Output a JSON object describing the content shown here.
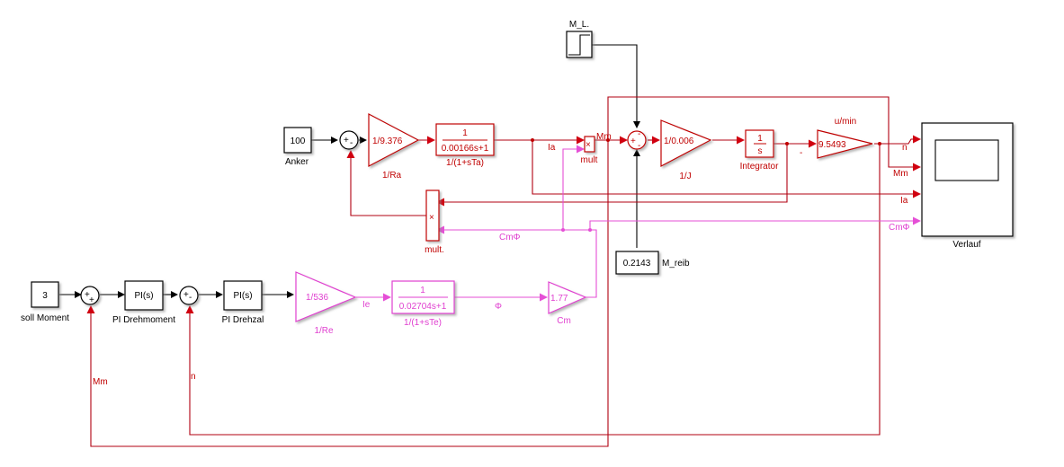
{
  "colors": {
    "armature": "#c00000",
    "field": "#e040d0",
    "control": "#000000"
  },
  "blocks": {
    "anker": {
      "value": "100",
      "label": "Anker"
    },
    "gain_ra": {
      "value": "1/9.376",
      "label": "1/Ra"
    },
    "tf_ta": {
      "num": "1",
      "den": "0.00166s+1",
      "label": "1/(1+sTa)"
    },
    "mult_top": {
      "label": "mult"
    },
    "ml": {
      "label": "M_L."
    },
    "gain_j": {
      "value": "1/0.006",
      "label": "1/J"
    },
    "integrator": {
      "num": "1",
      "den": "s",
      "label": "Integrator"
    },
    "gain_umin": {
      "value": "9.5493",
      "label": "u/min"
    },
    "scope": {
      "label": "Verlauf"
    },
    "mult_bottom": {
      "label": "mult."
    },
    "mreib": {
      "value": "0.2143",
      "label": "M_reib"
    },
    "soll": {
      "value": "3",
      "label": "soll Moment"
    },
    "pi_moment": {
      "value": "PI(s)",
      "label": "PI Drehmoment"
    },
    "pi_speed": {
      "value": "PI(s)",
      "label": "PI Drehzal"
    },
    "gain_re": {
      "value": "1/536",
      "label": "1/Re"
    },
    "tf_te": {
      "num": "1",
      "den": "0.02704s+1",
      "label": "1/(1+sTe)"
    },
    "gain_cm": {
      "value": "1.77",
      "label": "Cm"
    }
  },
  "signals": {
    "ia": "Ia",
    "mm": "Mm",
    "n": "n",
    "ie": "Ie",
    "phi": "Φ",
    "cmphi": "CmΦ",
    "scope_n": "n",
    "scope_mm": "Mm",
    "scope_ia": "Ia",
    "scope_cmphi": "CmΦ",
    "fb_mm": "Mm",
    "fb_n": "n",
    "minus": "-"
  },
  "sum_signs": {
    "sum_anker": [
      "+",
      "-"
    ],
    "sum_torque": [
      "+",
      "-",
      "-"
    ],
    "sum_soll": [
      "+",
      "+"
    ],
    "sum_pi": [
      "+",
      "-"
    ]
  }
}
